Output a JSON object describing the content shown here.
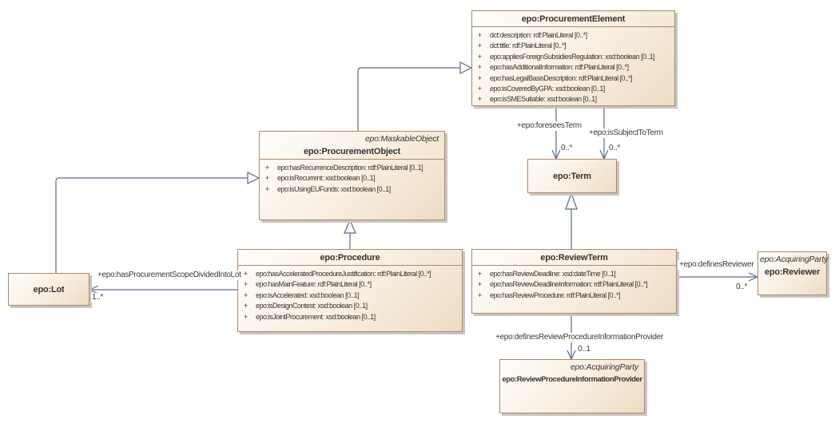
{
  "ui": {
    "plus": "+"
  },
  "colors": {
    "box_fill_start": "#fffefc",
    "box_fill_end": "#eedcc3",
    "box_border": "#ab8a6c",
    "connector": "#5a6b8b",
    "shadow": "#c9c5c0",
    "text": "#37322c"
  },
  "classes": {
    "procurement_element": {
      "title": "epo:ProcurementElement",
      "attributes": [
        "dct:description: rdf:PlainLiteral [0..*]",
        "dct:title: rdf:PlainLiteral [0..*]",
        "epo:appliesForeignSubsidiesRegulation: xsd:boolean [0..1]",
        "epo:hasAdditionalInformation: rdf:PlainLiteral [0..*]",
        "epo:hasLegalBasisDescription: rdf:PlainLiteral [0..*]",
        "epo:isCoveredByGPA: xsd:boolean [0..1]",
        "epo:isSMESuitable: xsd:boolean [0..1]"
      ]
    },
    "procurement_object": {
      "stereotype": "epo:MaskableObject",
      "title": "epo:ProcurementObject",
      "attributes": [
        "epo:hasRecurrenceDescription: rdf:PlainLiteral [0..1]",
        "epo:isRecurrent: xsd:boolean [0..1]",
        "epo:isUsingEUFunds: xsd:boolean [0..1]"
      ]
    },
    "procedure": {
      "title": "epo:Procedure",
      "attributes": [
        "epo:hasAcceleratedProcedureJustification: rdf:PlainLiteral [0..*]",
        "epo:hasMainFeature: rdf:PlainLiteral [0..*]",
        "epo:isAccelerated: xsd:boolean [0..1]",
        "epo:isDesignContest: xsd:boolean [0..1]",
        "epo:isJointProcurement: xsd:boolean [0..1]"
      ]
    },
    "term": {
      "title": "epo:Term"
    },
    "review_term": {
      "title": "epo:ReviewTerm",
      "attributes": [
        "epo:hasReviewDeadline: xsd:dateTime [0..1]",
        "epo:hasReviewDeadlineInformation: rdf:PlainLiteral [0..*]",
        "epo:hasReviewProcedure: rdf:PlainLiteral [0..*]"
      ]
    },
    "lot": {
      "title": "epo:Lot"
    },
    "reviewer": {
      "stereotype": "epo:AcquiringParty",
      "title": "epo:Reviewer"
    },
    "review_procedure_information_provider": {
      "stereotype": "epo:AcquiringParty",
      "title": "epo:ReviewProcedureInformationProvider"
    }
  },
  "associations": {
    "foresees_term": {
      "label": "+epo:foreseesTerm",
      "multiplicity": "0..*"
    },
    "is_subject_to_term": {
      "label": "+epo:isSubjectToTerm",
      "multiplicity": "0..*"
    },
    "has_procurement_scope_divided_into_lot": {
      "label": "+epo:hasProcurementScopeDividedIntoLot",
      "multiplicity": "1..*"
    },
    "defines_reviewer": {
      "label": "+epo:definesReviewer",
      "multiplicity": "0..*"
    },
    "defines_review_procedure_information_provider": {
      "label": "+epo:definesReviewProcedureInformationProvider",
      "multiplicity": "0..1"
    }
  }
}
